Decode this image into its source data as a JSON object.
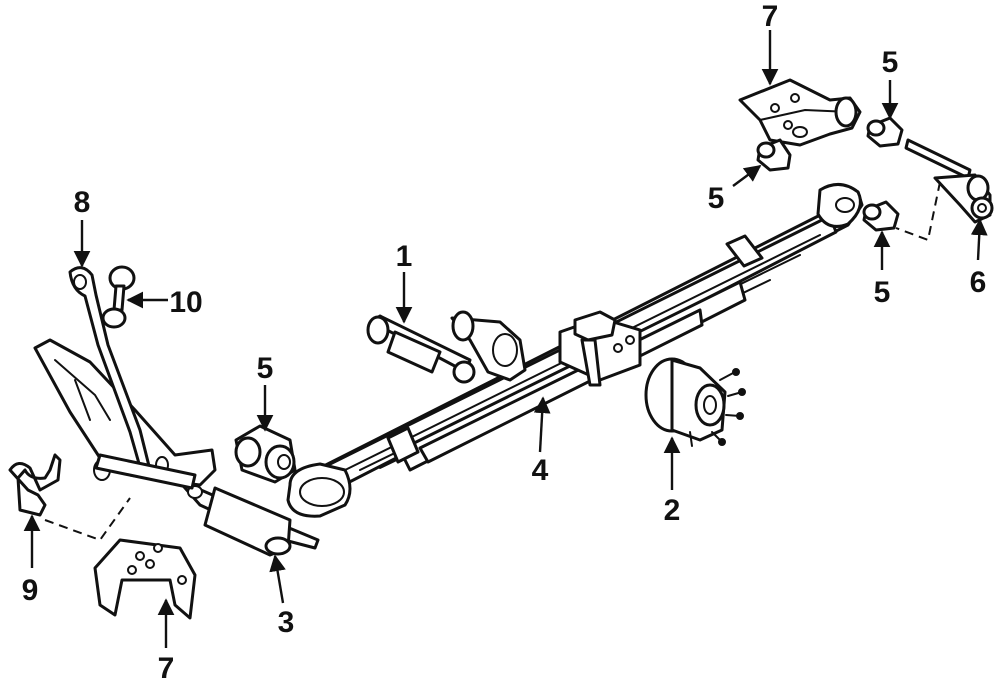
{
  "callouts": [
    {
      "id": "c1",
      "label": "1"
    },
    {
      "id": "c2",
      "label": "2"
    },
    {
      "id": "c3",
      "label": "3"
    },
    {
      "id": "c4",
      "label": "4"
    },
    {
      "id": "c5a",
      "label": "5"
    },
    {
      "id": "c5b",
      "label": "5"
    },
    {
      "id": "c5c",
      "label": "5"
    },
    {
      "id": "c5d",
      "label": "5"
    },
    {
      "id": "c6",
      "label": "6"
    },
    {
      "id": "c7a",
      "label": "7"
    },
    {
      "id": "c7b",
      "label": "7"
    },
    {
      "id": "c8",
      "label": "8"
    },
    {
      "id": "c9",
      "label": "9"
    },
    {
      "id": "c10",
      "label": "10"
    }
  ]
}
